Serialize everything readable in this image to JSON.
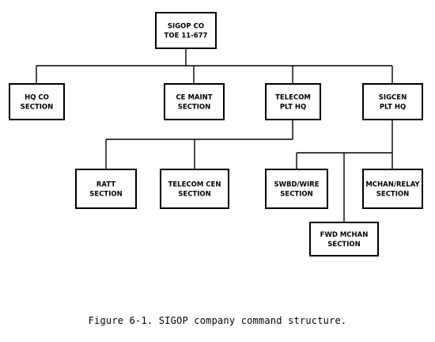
{
  "diagram": {
    "nodes": [
      {
        "id": "sigop_co",
        "lines": [
          "SIGOP CO",
          "TOE 11-677"
        ]
      },
      {
        "id": "hq_co",
        "lines": [
          "HQ CO",
          "SECTION"
        ]
      },
      {
        "id": "ce_maint",
        "lines": [
          "CE MAINT",
          "SECTION"
        ]
      },
      {
        "id": "telecom_plt",
        "lines": [
          "TELECOM",
          "PLT HQ"
        ]
      },
      {
        "id": "sigcen_plt",
        "lines": [
          "SIGCEN",
          "PLT HQ"
        ]
      },
      {
        "id": "ratt",
        "lines": [
          "RATT",
          "SECTION"
        ]
      },
      {
        "id": "telecom_cen",
        "lines": [
          "TELECOM CEN",
          "SECTION"
        ]
      },
      {
        "id": "swbd_wire",
        "lines": [
          "SWBD/WIRE",
          "SECTION"
        ]
      },
      {
        "id": "mchan_relay",
        "lines": [
          "MCHAN/RELAY",
          "SECTION"
        ]
      },
      {
        "id": "fwd_mchan",
        "lines": [
          "FWD MCHAN",
          "SECTION"
        ]
      }
    ],
    "edges": [
      [
        "sigop_co",
        "hq_co"
      ],
      [
        "sigop_co",
        "ce_maint"
      ],
      [
        "sigop_co",
        "telecom_plt"
      ],
      [
        "sigop_co",
        "sigcen_plt"
      ],
      [
        "telecom_plt",
        "ratt"
      ],
      [
        "telecom_plt",
        "telecom_cen"
      ],
      [
        "sigcen_plt",
        "swbd_wire"
      ],
      [
        "sigcen_plt",
        "mchan_relay"
      ],
      [
        "sigcen_plt",
        "fwd_mchan"
      ]
    ]
  },
  "caption": "Figure 6-1. SIGOP company command structure."
}
